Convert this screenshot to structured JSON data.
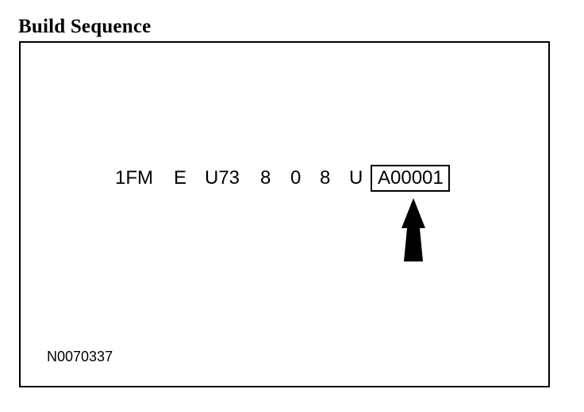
{
  "title": "Build Sequence",
  "vin_segments": [
    "1FM",
    "E",
    "U73",
    "8",
    "0",
    "8",
    "U"
  ],
  "highlighted_segment": "A00001",
  "reference_code": "N0070337"
}
